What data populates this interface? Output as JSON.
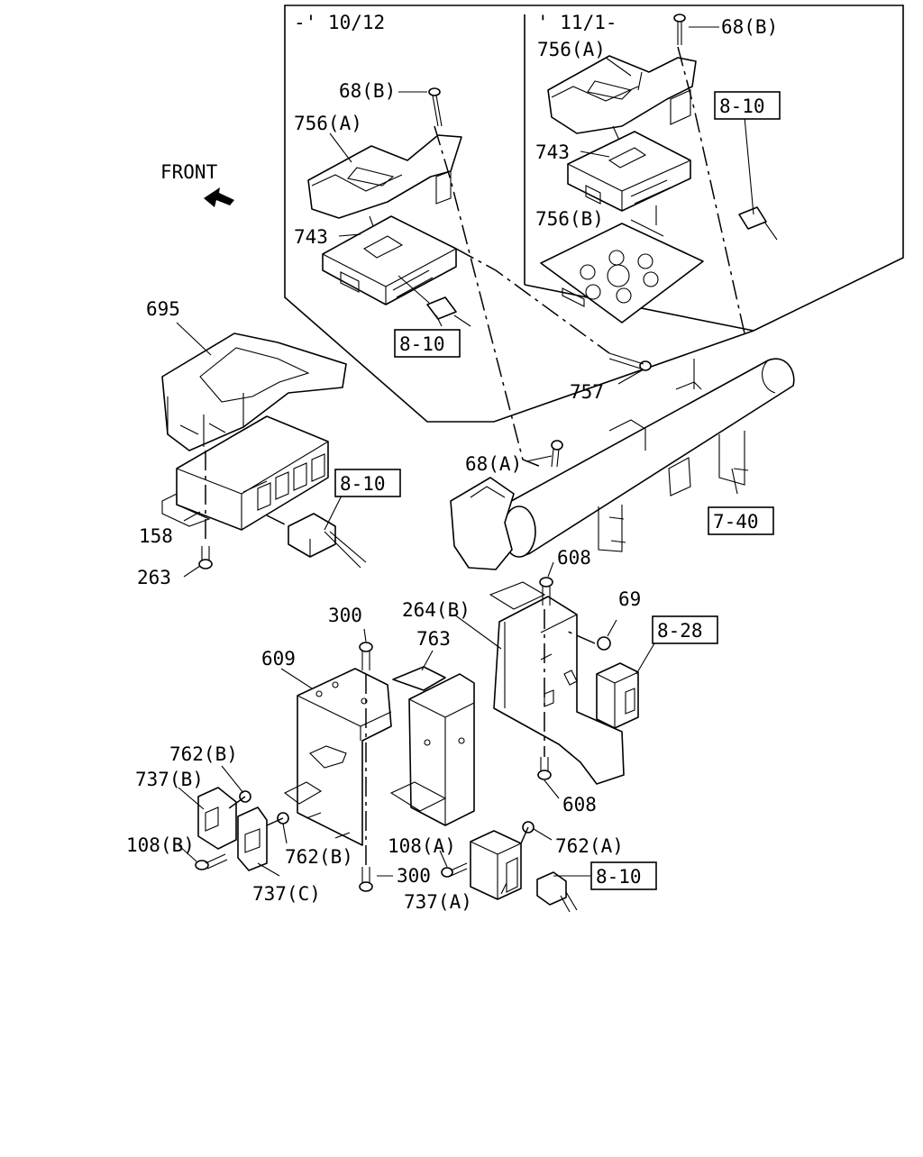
{
  "diagram": {
    "front_label": "FRONT",
    "inset_left": {
      "label": "-' 10/12"
    },
    "inset_right": {
      "label": "' 11/1-"
    },
    "callouts": {
      "c_68b_right": "68(B)",
      "c_756a_right": "756(A)",
      "c_743_right": "743",
      "c_756b": "756(B)",
      "c_68b_left": "68(B)",
      "c_756a_left": "756(A)",
      "c_743_left": "743",
      "c_695": "695",
      "c_757": "757",
      "c_68a": "68(A)",
      "c_158": "158",
      "c_263": "263",
      "c_608_top": "608",
      "c_69": "69",
      "c_300_top": "300",
      "c_264b": "264(B)",
      "c_763": "763",
      "c_609": "609",
      "c_762b_top": "762(B)",
      "c_737b": "737(B)",
      "c_108b": "108(B)",
      "c_762b_bottom": "762(B)",
      "c_737c": "737(C)",
      "c_300_bottom": "300",
      "c_108a": "108(A)",
      "c_762a": "762(A)",
      "c_737a": "737(A)",
      "c_608_bottom": "608"
    },
    "ref_boxes": {
      "r_810_right": "8-10",
      "r_810_left": "8-10",
      "r_810_mid": "8-10",
      "r_740": "7-40",
      "r_828": "8-28",
      "r_810_bottom": "8-10"
    }
  }
}
